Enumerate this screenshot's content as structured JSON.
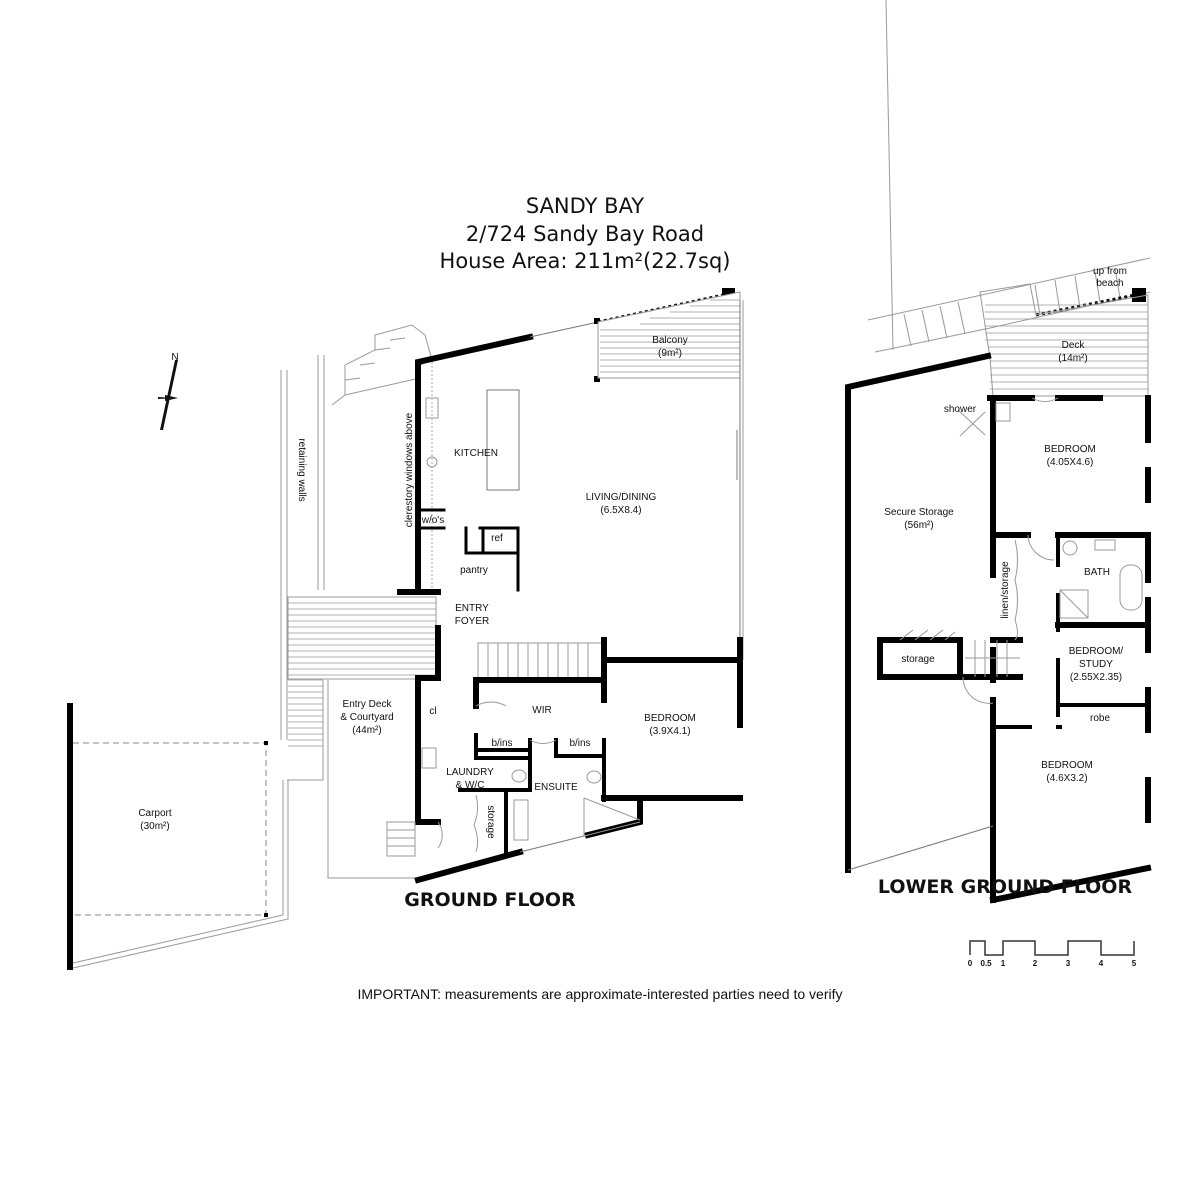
{
  "header": {
    "title": "SANDY BAY",
    "address": "2/724 Sandy Bay Road",
    "area": "House Area: 211m²(22.7sq)"
  },
  "ground_floor": {
    "label": "GROUND FLOOR",
    "rooms": {
      "balcony": "Balcony",
      "balcony_area": "(9m²)",
      "kitchen": "KITCHEN",
      "living": "LIVING/DINING",
      "living_dim": "(6.5X8.4)",
      "wos": "w/o's",
      "ref": "ref",
      "pantry": "pantry",
      "entry1": "ENTRY",
      "entry2": "FOYER",
      "wir": "WIR",
      "bedroom": "BEDROOM",
      "bedroom_dim": "(3.9X4.1)",
      "cl": "cl",
      "bins1": "b/ins",
      "bins2": "b/ins",
      "laundry1": "LAUNDRY",
      "laundry2": "& W/C",
      "ensuite": "ENSUITE",
      "storage": "storage",
      "deck1": "Entry Deck",
      "deck2": "& Courtyard",
      "deck3": "(44m²)",
      "clerestory": "clerestory windows above",
      "retaining": "retaining walls",
      "carport": "Carport",
      "carport_area": "(30m²)"
    }
  },
  "lower_floor": {
    "label": "LOWER GROUND FLOOR",
    "rooms": {
      "up_from_beach1": "up from",
      "up_from_beach2": "beach",
      "deck": "Deck",
      "deck_area": "(14m²)",
      "shower": "shower",
      "secure": "Secure Storage",
      "secure_area": "(56m²)",
      "bedroom1": "BEDROOM",
      "bedroom1_dim": "(4.05X4.6)",
      "bath": "BATH",
      "linen": "linen/storage",
      "storage": "storage",
      "study1": "BEDROOM/",
      "study2": "STUDY",
      "study_dim": "(2.55X2.35)",
      "robe": "robe",
      "bedroom2": "BEDROOM",
      "bedroom2_dim": "(4.6X3.2)"
    }
  },
  "scale_bar": {
    "ticks": [
      "0",
      "0.5",
      "1",
      "2",
      "3",
      "4",
      "5"
    ]
  },
  "compass": {
    "label": "N"
  },
  "footer": {
    "note": "IMPORTANT: measurements are approximate-interested parties need to verify"
  }
}
